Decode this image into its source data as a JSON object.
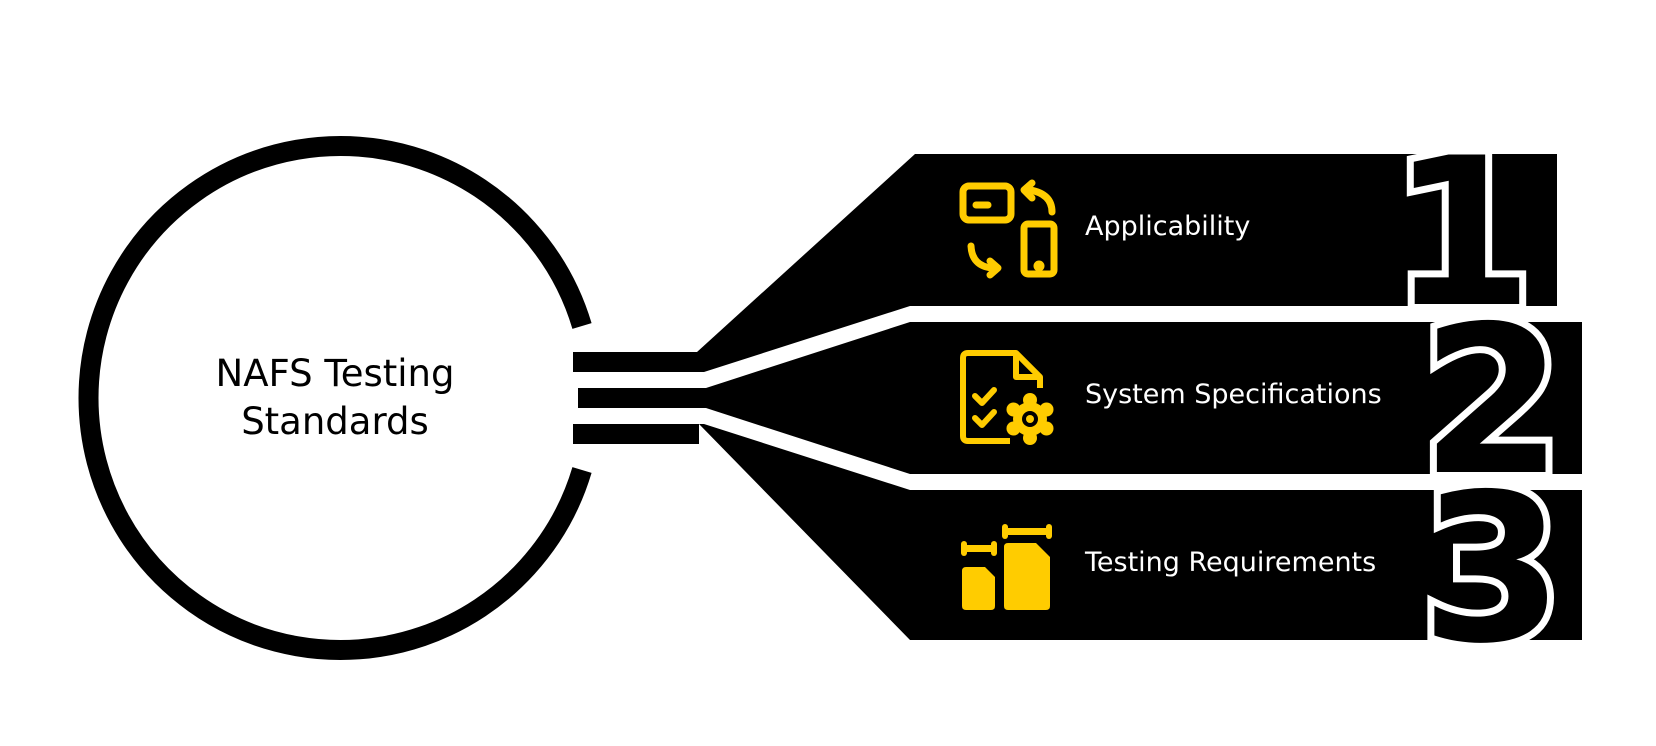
{
  "hub": {
    "title_line1": "NAFS Testing",
    "title_line2": "Standards"
  },
  "items": [
    {
      "number": "1",
      "label": "Applicability",
      "icon": "card-phone-exchange-icon"
    },
    {
      "number": "2",
      "label": "System Specifications",
      "icon": "document-checklist-gear-icon"
    },
    {
      "number": "3",
      "label": "Testing Requirements",
      "icon": "size-comparison-documents-icon"
    }
  ],
  "colors": {
    "accent": "#FFCC00",
    "band": "#000000",
    "background": "#FFFFFF",
    "label": "#FFFFFF"
  }
}
